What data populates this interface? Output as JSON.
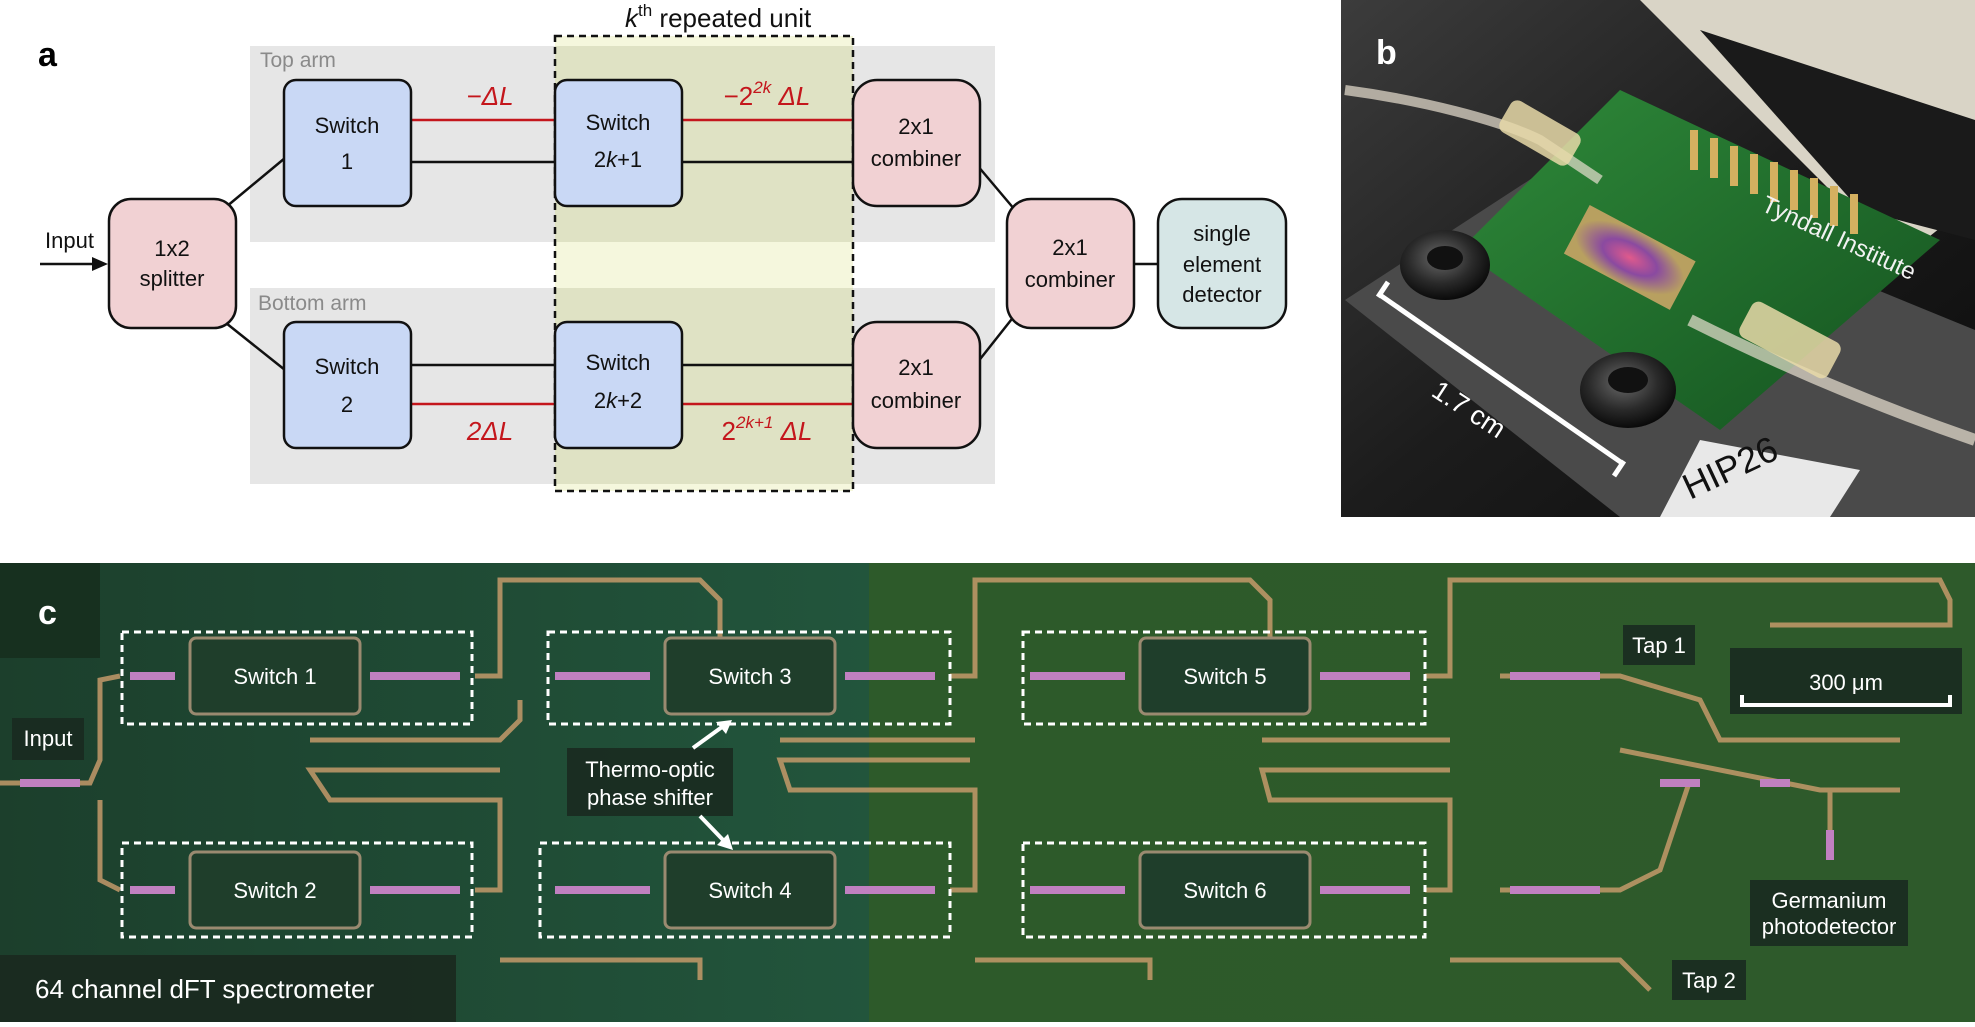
{
  "panel_a": {
    "letter": "a",
    "unit_label_k": "k",
    "unit_label_th": "th",
    "unit_label_rest": " repeated unit",
    "top_arm": "Top arm",
    "bottom_arm": "Bottom arm",
    "input": "Input",
    "splitter": [
      "1x2",
      "splitter"
    ],
    "switch1": [
      "Switch",
      "1"
    ],
    "switch2": [
      "Switch",
      "2"
    ],
    "switch_top_k": [
      "Switch",
      "2",
      "k",
      "+1"
    ],
    "switch_bot_k": [
      "Switch",
      "2",
      "k",
      "+2"
    ],
    "comb_top": [
      "2x1",
      "combiner"
    ],
    "comb_bot": [
      "2x1",
      "combiner"
    ],
    "comb_final": [
      "2x1",
      "combiner"
    ],
    "detector": [
      "single",
      "element",
      "detector"
    ],
    "len_top1": "−ΔL",
    "len_bot1": "2ΔL",
    "len_top2": "−2",
    "len_top2_sup": "2k",
    "len_top2_end": " ΔL",
    "len_bot2": "2",
    "len_bot2_sup": "2k+1",
    "len_bot2_end": " ΔL"
  },
  "panel_b": {
    "letter": "b",
    "scale": "1.7 cm",
    "chip_brand": "Tyndall Institute",
    "chip_id": "HIP26"
  },
  "panel_c": {
    "letter": "c",
    "input": "Input",
    "switches": [
      "Switch 1",
      "Switch 2",
      "Switch 3",
      "Switch 4",
      "Switch 5",
      "Switch 6"
    ],
    "phase_shifter": [
      "Thermo-optic",
      "phase shifter"
    ],
    "tap1": "Tap 1",
    "tap2": "Tap 2",
    "scale": "300 μm",
    "detector": [
      "Germanium",
      "photodetector"
    ],
    "caption": "64 channel dFT spectrometer"
  },
  "colors": {
    "switch_fill": "#c9d8f5",
    "combiner_fill": "#f1d1d3",
    "detector_fill": "#d6e6e6",
    "arm_bg": "#e6e6e6",
    "unit_bg": "#eef0d6",
    "red": "#c4161c",
    "chip_bg": "#1f4a33"
  }
}
